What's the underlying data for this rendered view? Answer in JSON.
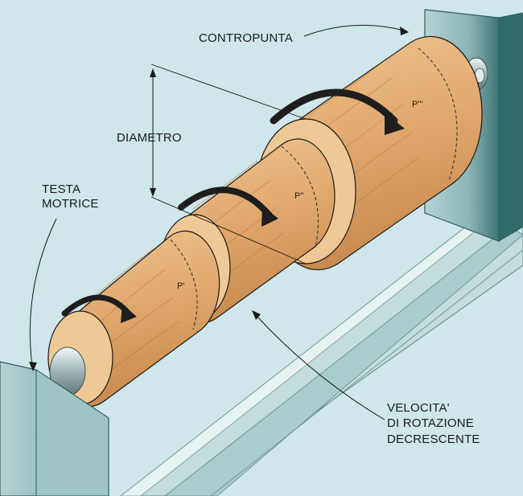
{
  "labels": {
    "tailstock": "CONTROPUNTA",
    "diameter": "DIAMETRO",
    "headstock_line1": "TESTA",
    "headstock_line2": "MOTRICE",
    "speed_line1": "VELOCITA'",
    "speed_line2": "DI ROTAZIONE",
    "speed_line3": "DECRESCENTE"
  },
  "points": {
    "p1": "P'",
    "p2": "P''",
    "p3": "P'''"
  },
  "colors": {
    "background": "#cfe6ea",
    "wood": "#e3b179",
    "wood_end": "#f0cc98",
    "machine": "#8fb9b9",
    "arrow": "#1e1e1e"
  }
}
